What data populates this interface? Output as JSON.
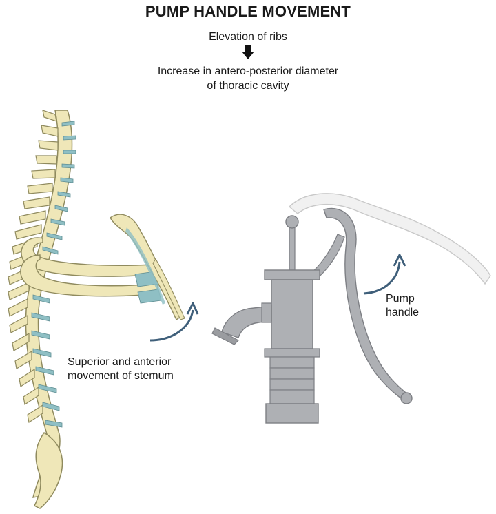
{
  "title": "PUMP HANDLE MOVEMENT",
  "header": {
    "line1": "Elevation of ribs",
    "line2": "Increase in antero-posterior diameter",
    "line3": "of thoracic cavity"
  },
  "captions": {
    "sternum_line1": "Superior and anterior",
    "sternum_line2": "movement of stemum",
    "pump_line1": "Pump",
    "pump_line2": "handle"
  },
  "colors": {
    "bone": "#efe7b8",
    "bone_outline": "#8f8a5e",
    "disc": "#8fbfc4",
    "pump": "#aeb0b4",
    "pump_dark": "#7d7f84",
    "pump_light": "#f1f1f1",
    "arrow": "#3f5f7a"
  },
  "icons": {
    "down_arrow": "down-arrow-icon"
  }
}
